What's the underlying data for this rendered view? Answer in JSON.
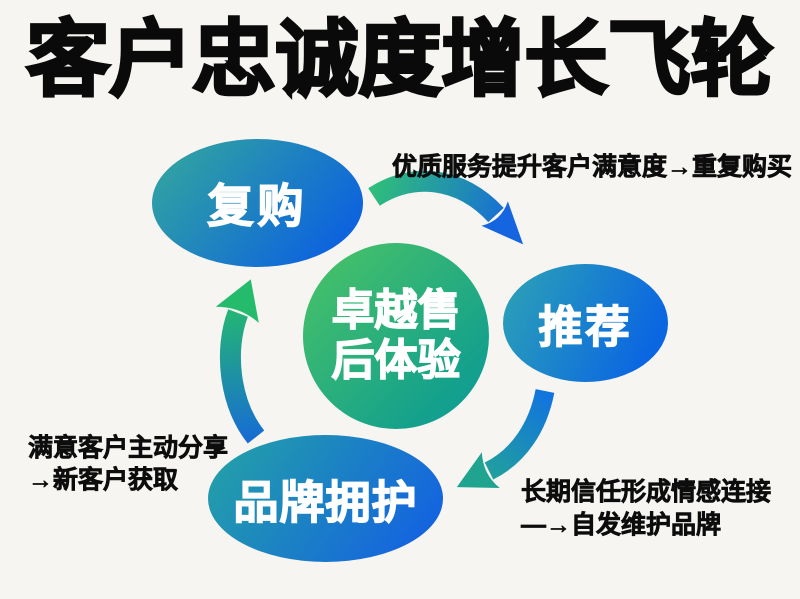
{
  "title": "客户忠诚度增长飞轮",
  "hub": {
    "name": "卓越售后体验",
    "line1": "卓越售",
    "line2": "后体验",
    "gradient_from": "#4cc464",
    "gradient_to": "#0f9a99"
  },
  "nodes": {
    "repurchase": {
      "label": "复购",
      "gradient_from": "#35aa9b",
      "gradient_to": "#0d64dd"
    },
    "recommend": {
      "label": "推荐",
      "gradient_from": "#2da4b4",
      "gradient_to": "#0b66e2"
    },
    "advocacy": {
      "label": "品牌拥护",
      "gradient_from": "#24a4a4",
      "gradient_to": "#1463e0"
    }
  },
  "annotations": {
    "top": {
      "text": "优质服务提升客户满意度→重复购买"
    },
    "left": {
      "line1": "满意客户主动分享",
      "line2": "→新客户获取"
    },
    "bottom_right": {
      "line1": "长期信任形成情感连接",
      "line2": "—→自发维护品牌"
    }
  },
  "arrows": {
    "repurchase_to_recommend": {
      "from": "复购",
      "to": "推荐",
      "color_from": "#2fbe7a",
      "color_to": "#1565e0"
    },
    "recommend_to_advocacy": {
      "from": "推荐",
      "to": "品牌拥护",
      "color_from": "#1173e0",
      "color_to": "#21a48f"
    },
    "advocacy_to_repurchase": {
      "from": "品牌拥护",
      "to": "复购",
      "color_from": "#176dd2",
      "color_to": "#25bb6d"
    }
  },
  "colors": {
    "background": "#f6f5f2",
    "text": "#0d0d0d",
    "node_text": "#ffffff"
  }
}
